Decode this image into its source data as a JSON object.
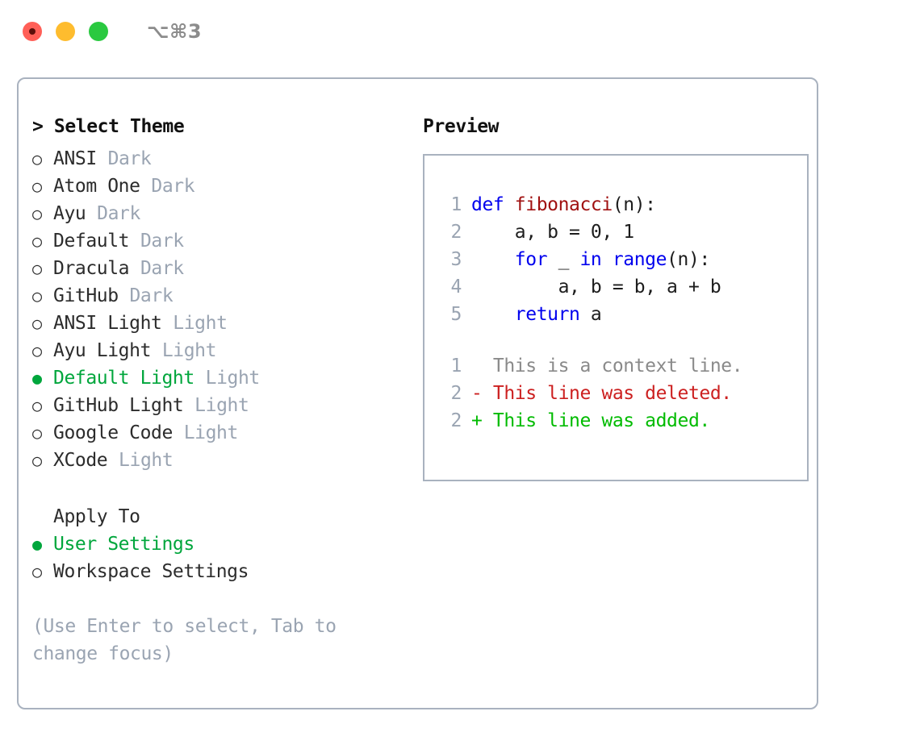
{
  "titlebar": {
    "lights": [
      "close-red",
      "minimize-yellow",
      "maximize-green"
    ],
    "shortcut": "⌥⌘3"
  },
  "colors": {
    "accent_green": "#00a63c",
    "muted": "#9aa4b2",
    "border": "#a9b2bf",
    "keyword_blue": "#0000ee",
    "function_red": "#a01111",
    "diff_add": "#00bb00",
    "diff_del": "#cc2020",
    "diff_context": "#8a8a8a",
    "light_red": "#ff5f57",
    "light_yellow": "#febc2e",
    "light_green": "#2ac940"
  },
  "theme_picker": {
    "header": "> Select Theme",
    "bullet_on": "●",
    "bullet_off": "○",
    "items": [
      {
        "name": "ANSI",
        "badge": "Dark",
        "selected": false
      },
      {
        "name": "Atom One",
        "badge": "Dark",
        "selected": false
      },
      {
        "name": "Ayu",
        "badge": "Dark",
        "selected": false
      },
      {
        "name": "Default",
        "badge": "Dark",
        "selected": false
      },
      {
        "name": "Dracula",
        "badge": "Dark",
        "selected": false
      },
      {
        "name": "GitHub",
        "badge": "Dark",
        "selected": false
      },
      {
        "name": "ANSI Light",
        "badge": "Light",
        "selected": false
      },
      {
        "name": "Ayu Light",
        "badge": "Light",
        "selected": false
      },
      {
        "name": "Default Light",
        "badge": "Light",
        "selected": true
      },
      {
        "name": "GitHub Light",
        "badge": "Light",
        "selected": false
      },
      {
        "name": "Google Code",
        "badge": "Light",
        "selected": false
      },
      {
        "name": "XCode",
        "badge": "Light",
        "selected": false
      }
    ]
  },
  "apply_to": {
    "header": "Apply To",
    "items": [
      {
        "name": "User Settings",
        "selected": true
      },
      {
        "name": "Workspace Settings",
        "selected": false
      }
    ]
  },
  "hint": "(Use Enter to select, Tab to change focus)",
  "preview": {
    "title": "Preview",
    "code_lines": [
      {
        "num": "1",
        "tokens": [
          {
            "t": "def ",
            "c": "kw"
          },
          {
            "t": "fibonacci",
            "c": "fn"
          },
          {
            "t": "(n):",
            "c": "txt"
          }
        ]
      },
      {
        "num": "2",
        "tokens": [
          {
            "t": "    a, b = 0, 1",
            "c": "txt"
          }
        ]
      },
      {
        "num": "3",
        "tokens": [
          {
            "t": "    ",
            "c": "txt"
          },
          {
            "t": "for",
            "c": "kw"
          },
          {
            "t": " _ ",
            "c": "txt"
          },
          {
            "t": "in",
            "c": "kw"
          },
          {
            "t": " ",
            "c": "txt"
          },
          {
            "t": "range",
            "c": "kw"
          },
          {
            "t": "(n):",
            "c": "txt"
          }
        ]
      },
      {
        "num": "4",
        "tokens": [
          {
            "t": "        a, b = b, a + b",
            "c": "txt"
          }
        ]
      },
      {
        "num": "5",
        "tokens": [
          {
            "t": "    ",
            "c": "txt"
          },
          {
            "t": "return",
            "c": "kw"
          },
          {
            "t": " a",
            "c": "txt"
          }
        ]
      }
    ],
    "diff_lines": [
      {
        "num": "1",
        "marker": "  ",
        "text": "This is a context line.",
        "kind": "ctx"
      },
      {
        "num": "2",
        "marker": "- ",
        "text": "This line was deleted.",
        "kind": "del"
      },
      {
        "num": "2",
        "marker": "+ ",
        "text": "This line was added.",
        "kind": "add"
      }
    ]
  }
}
